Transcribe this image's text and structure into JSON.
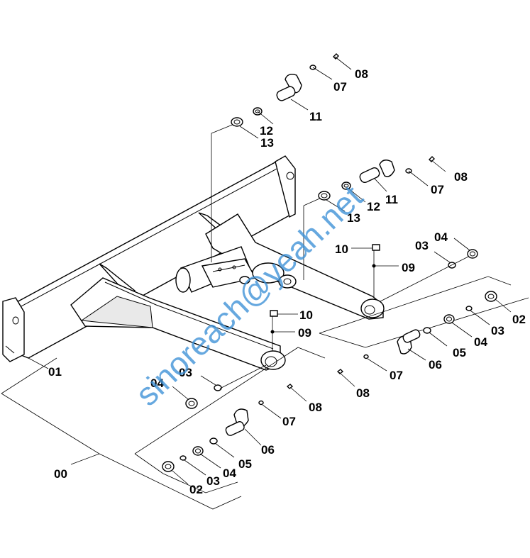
{
  "watermark": "sinoreach@yeah.net",
  "callouts": {
    "c00": "00",
    "c01": "01",
    "c02a": "02",
    "c02b": "02",
    "c03a": "03",
    "c03b": "03",
    "c03c": "03",
    "c03d": "03",
    "c04a": "04",
    "c04b": "04",
    "c04c": "04",
    "c04d": "04",
    "c05a": "05",
    "c05b": "05",
    "c06a": "06",
    "c06b": "06",
    "c07a": "07",
    "c07b": "07",
    "c07c": "07",
    "c07d": "07",
    "c08a": "08",
    "c08b": "08",
    "c08c": "08",
    "c08d": "08",
    "c09a": "09",
    "c09b": "09",
    "c10a": "10",
    "c10b": "10",
    "c11a": "11",
    "c11b": "11",
    "c12a": "12",
    "c12b": "12",
    "c13a": "13",
    "c13b": "13"
  }
}
